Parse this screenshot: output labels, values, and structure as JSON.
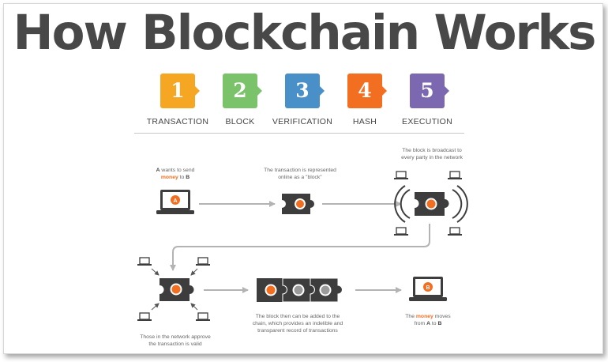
{
  "title": "How Blockchain Works",
  "steps": [
    {
      "number": "1",
      "label": "TRANSACTION",
      "color": "#f5a623"
    },
    {
      "number": "2",
      "label": "BLOCK",
      "color": "#7ac36a"
    },
    {
      "number": "3",
      "label": "VERIFICATION",
      "color": "#4a90c8"
    },
    {
      "number": "4",
      "label": "HASH",
      "color": "#f26f21"
    },
    {
      "number": "5",
      "label": "EXECUTION",
      "color": "#7b68b0"
    }
  ],
  "captions": {
    "a_sends": {
      "line1_bold": "A",
      "line1_rest": " wants to send",
      "line2_orange": "money",
      "line2_mid": " to ",
      "line2_bold": "B"
    },
    "represented": {
      "line1": "The transaction is represented",
      "line2": "online as a \"block\""
    },
    "broadcast": {
      "line1": "The block is broadcast to",
      "line2": "every party in the network"
    },
    "approve": {
      "line1": "Those in the network approve",
      "line2": "the transaction is valid"
    },
    "chain": {
      "line1": "The block then can be added to the",
      "line2": "chain, which provides an indelible and",
      "line3": "transparent record of transactions"
    },
    "moves": {
      "line1_pre": "The ",
      "line1_orange": "money",
      "line1_post": " moves",
      "line2_pre": "from ",
      "line2_a": "A",
      "line2_mid": " to ",
      "line2_b": "B"
    }
  },
  "laptop_labels": {
    "sender": "A",
    "receiver": "B"
  },
  "colors": {
    "dark": "#3d3d3d",
    "orange": "#f26f21",
    "grey": "#9a9a9a",
    "arrow": "#b3b3b3"
  }
}
